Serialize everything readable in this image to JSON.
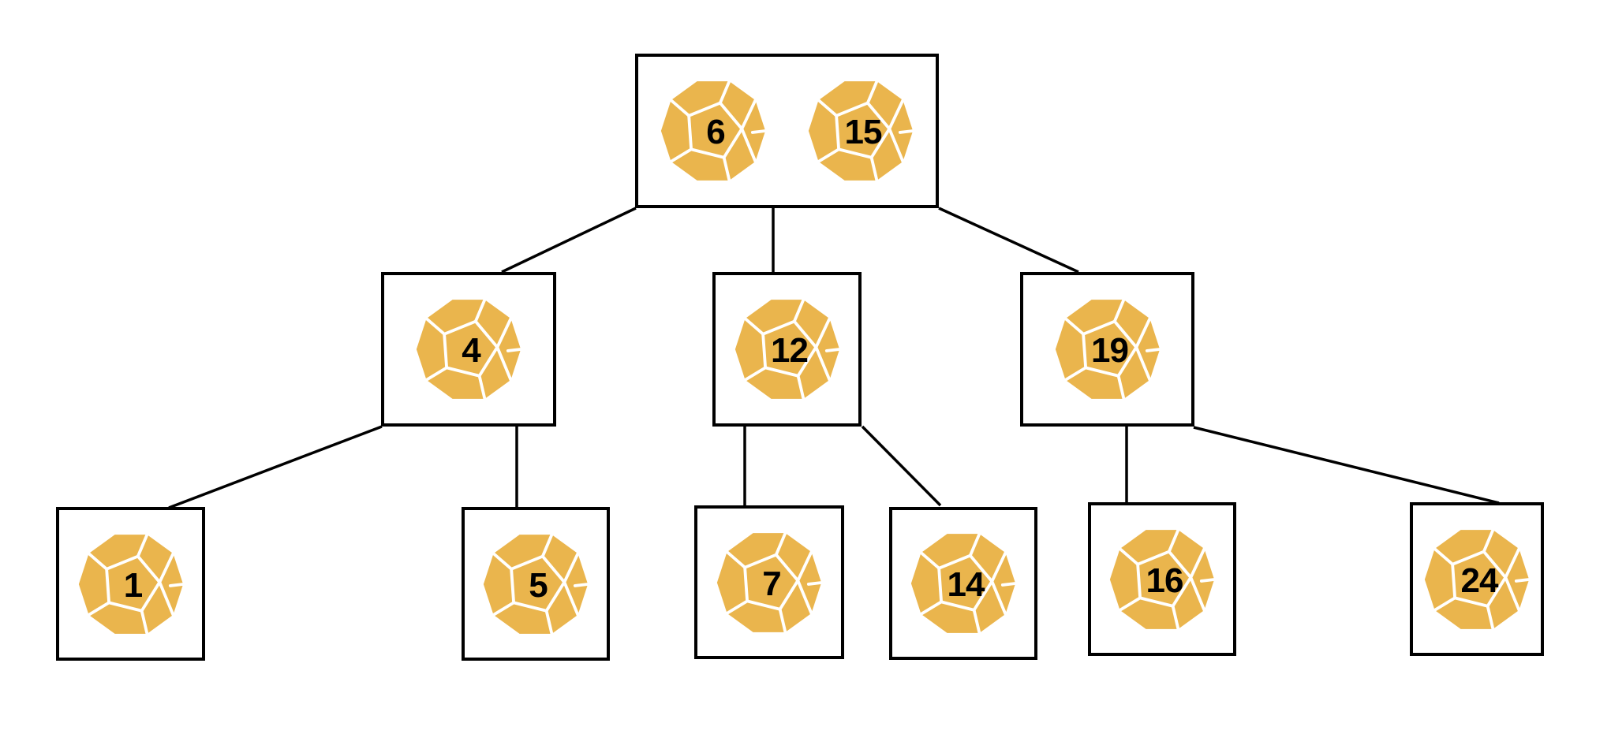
{
  "diagram": {
    "title": "",
    "kind": "search-tree",
    "description": "Three-level tree of rectangular nodes; each node holds one or two twelve-sided dice showing its key values."
  },
  "colors": {
    "background": "#ffffff",
    "box_border": "#000000",
    "box_fill": "#ffffff",
    "edge_line": "#000000",
    "die_fill": "#eab54d",
    "die_facet_lines": "#ffffff",
    "die_number": "#000000"
  },
  "tree": {
    "levels": 3,
    "nodes": [
      {
        "id": "root",
        "level": 0,
        "keys": [
          "6",
          "15"
        ],
        "parent": null
      },
      {
        "id": "n4",
        "level": 1,
        "keys": [
          "4"
        ],
        "parent": "root"
      },
      {
        "id": "n12",
        "level": 1,
        "keys": [
          "12"
        ],
        "parent": "root"
      },
      {
        "id": "n19",
        "level": 1,
        "keys": [
          "19"
        ],
        "parent": "root"
      },
      {
        "id": "l1",
        "level": 2,
        "keys": [
          "1"
        ],
        "parent": "n4"
      },
      {
        "id": "l5",
        "level": 2,
        "keys": [
          "5"
        ],
        "parent": "n4"
      },
      {
        "id": "l7",
        "level": 2,
        "keys": [
          "7"
        ],
        "parent": "n12"
      },
      {
        "id": "l14",
        "level": 2,
        "keys": [
          "14"
        ],
        "parent": "n12"
      },
      {
        "id": "l16",
        "level": 2,
        "keys": [
          "16"
        ],
        "parent": "n19"
      },
      {
        "id": "l24",
        "level": 2,
        "keys": [
          "24"
        ],
        "parent": "n19"
      }
    ],
    "edges": [
      {
        "from": "root",
        "to": "n4"
      },
      {
        "from": "root",
        "to": "n12"
      },
      {
        "from": "root",
        "to": "n19"
      },
      {
        "from": "n4",
        "to": "l1"
      },
      {
        "from": "n4",
        "to": "l5"
      },
      {
        "from": "n12",
        "to": "l7"
      },
      {
        "from": "n12",
        "to": "l14"
      },
      {
        "from": "n19",
        "to": "l16"
      },
      {
        "from": "n19",
        "to": "l24"
      }
    ]
  }
}
